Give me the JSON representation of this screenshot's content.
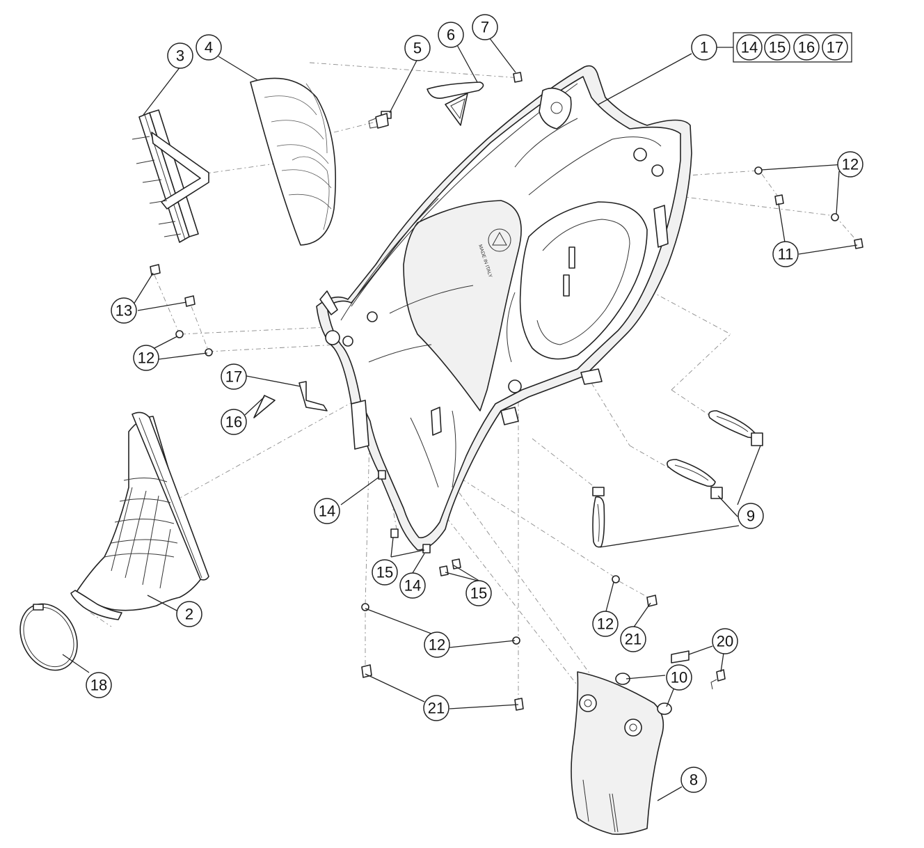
{
  "callouts": {
    "c1": "1",
    "c2": "2",
    "c3": "3",
    "c4": "4",
    "c5": "5",
    "c6": "6",
    "c7": "7",
    "c8": "8",
    "c9": "9",
    "c10": "10",
    "c11": "11",
    "c12a": "12",
    "c12b": "12",
    "c12c": "12",
    "c12d": "12",
    "c13": "13",
    "c14a": "14",
    "c14b": "14",
    "c15a": "15",
    "c15b": "15",
    "c16": "16",
    "c17": "17",
    "c18": "18",
    "c20": "20",
    "c21a": "21",
    "c21b": "21"
  },
  "kit_box": {
    "k14": "14",
    "k15": "15",
    "k16": "16",
    "k17": "17"
  },
  "part_markings": {
    "made_in": "MADE IN ITALY"
  },
  "colors": {
    "line": "#222222",
    "dash": "#8a8a8a",
    "background": "#ffffff"
  }
}
